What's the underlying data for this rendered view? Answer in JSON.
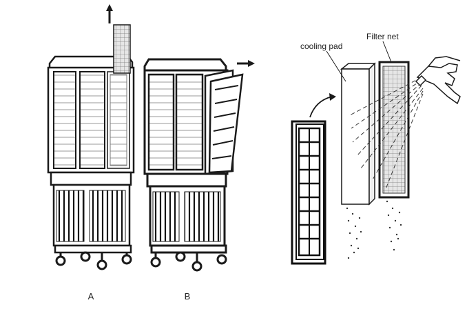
{
  "labels": {
    "cooling_pad": "cooling pad",
    "filter_net": "Filter net",
    "unit_a": "A",
    "unit_b": "B"
  },
  "colors": {
    "ink": "#1a1a1a",
    "panel": "#f2f2f2",
    "mesh": "#8a8a8a"
  },
  "icons": {
    "lift_arrow": "arrow-up-icon",
    "slide_arrow": "arrow-right-icon",
    "hose_spray": "water-spray-icon"
  }
}
